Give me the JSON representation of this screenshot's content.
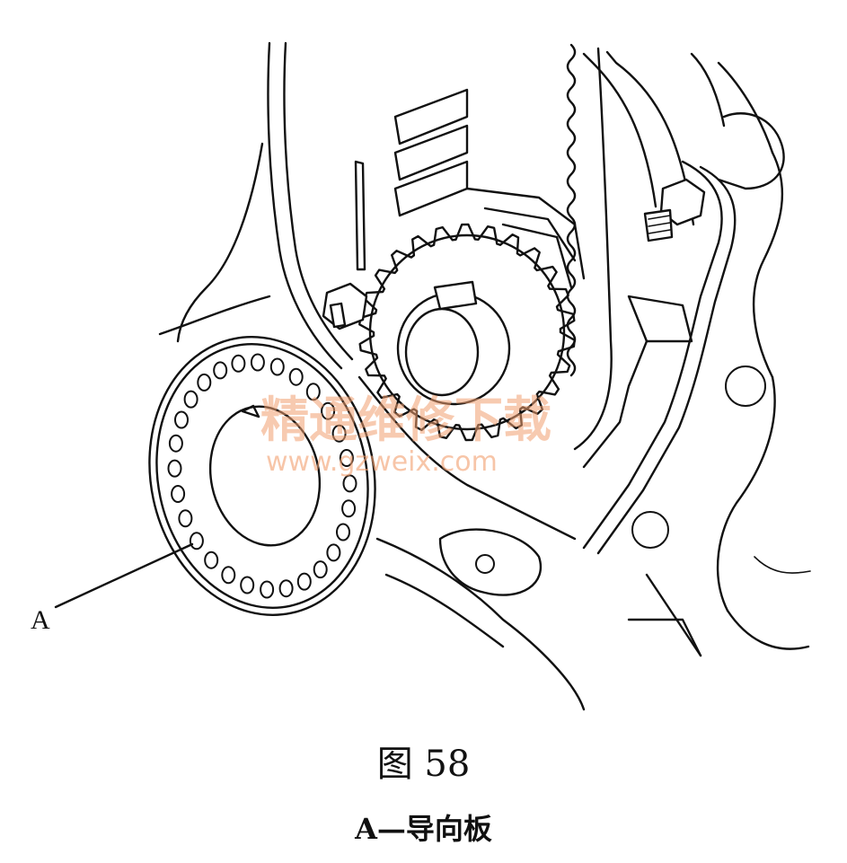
{
  "figure": {
    "caption": "图 58",
    "legend": "A—导向板",
    "callout_label": "A",
    "watermark": {
      "text": "精通维修下载",
      "url": "www.gzweix.com"
    }
  }
}
